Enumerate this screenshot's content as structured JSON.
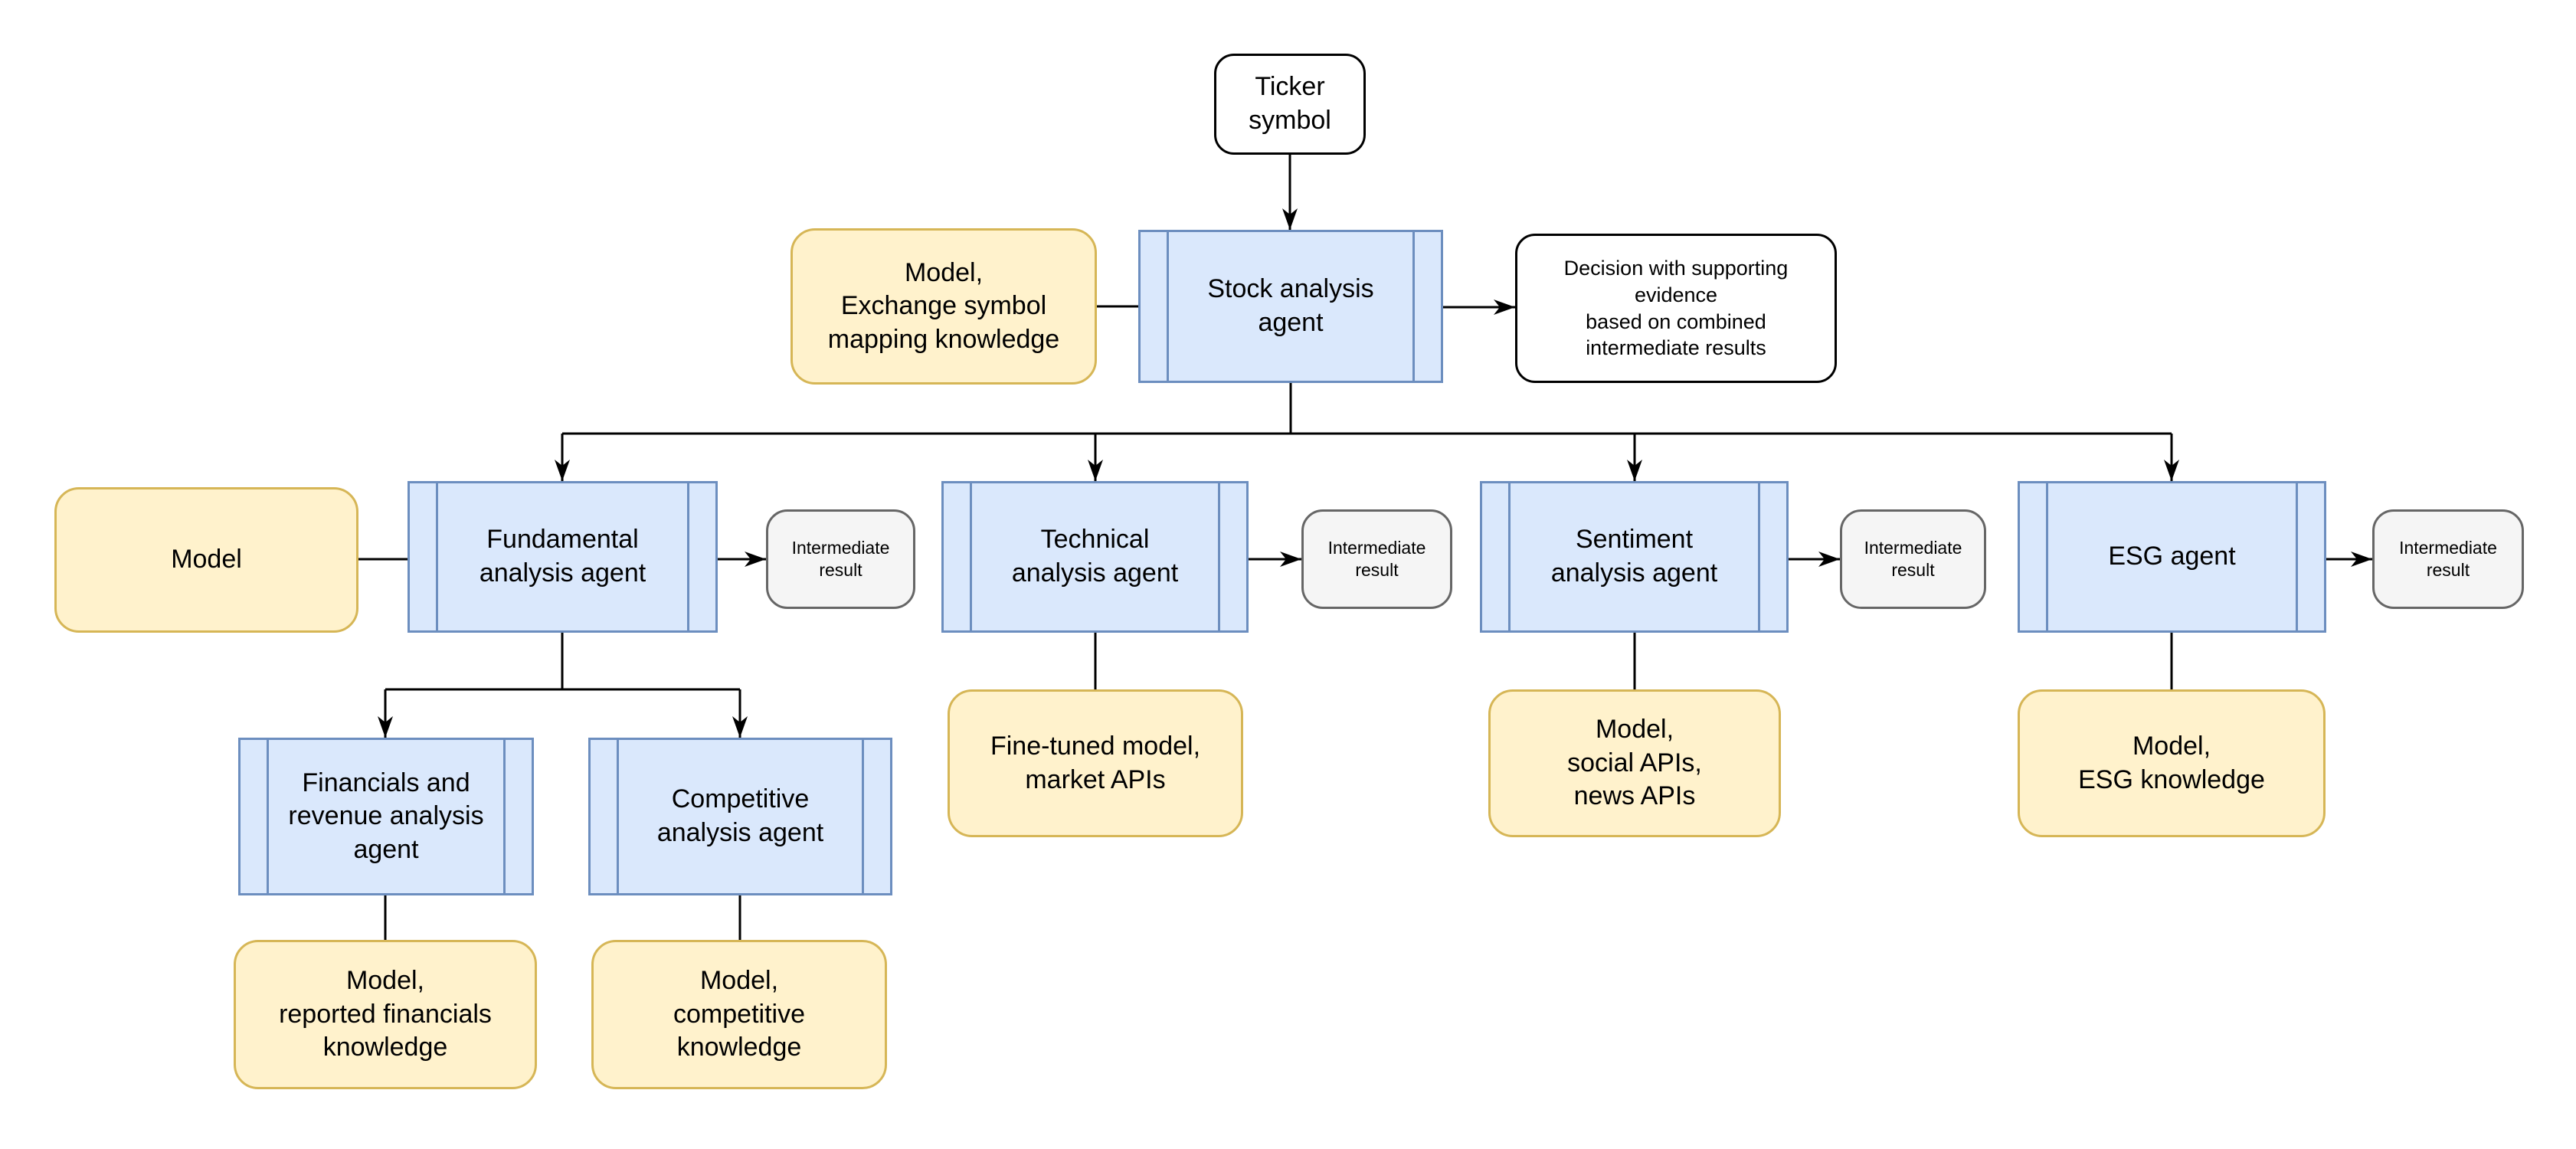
{
  "colors": {
    "agent_fill": "#DAE8FC",
    "agent_border": "#6C8EBF",
    "artifact_fill": "#FFF2CC",
    "artifact_border": "#D6B656",
    "result_fill": "#F5F5F5",
    "result_border": "#666666",
    "io_fill": "#FFFFFF",
    "io_border": "#000000",
    "edge": "#000000",
    "text": "#000000"
  },
  "nodes": {
    "ticker": {
      "type": "input",
      "label": "Ticker\nsymbol"
    },
    "model_exchange": {
      "type": "artifact",
      "label": "Model,\nExchange symbol\nmapping knowledge"
    },
    "stock_agent": {
      "type": "agent",
      "label": "Stock analysis\nagent"
    },
    "decision": {
      "type": "output",
      "label": "Decision with supporting\nevidence\nbased on combined\nintermediate results"
    },
    "model": {
      "type": "artifact",
      "label": "Model"
    },
    "fundamental_agent": {
      "type": "agent",
      "label": "Fundamental\nanalysis agent"
    },
    "intermediate_result_1": {
      "type": "result",
      "label": "Intermediate\nresult"
    },
    "technical_agent": {
      "type": "agent",
      "label": "Technical\nanalysis agent"
    },
    "intermediate_result_2": {
      "type": "result",
      "label": "Intermediate\nresult"
    },
    "sentiment_agent": {
      "type": "agent",
      "label": "Sentiment\nanalysis agent"
    },
    "intermediate_result_3": {
      "type": "result",
      "label": "Intermediate\nresult"
    },
    "esg_agent": {
      "type": "agent",
      "label": "ESG agent"
    },
    "intermediate_result_4": {
      "type": "result",
      "label": "Intermediate\nresult"
    },
    "finetuned_model": {
      "type": "artifact",
      "label": "Fine-tuned model,\nmarket APIs"
    },
    "model_social_news": {
      "type": "artifact",
      "label": "Model,\nsocial APIs,\nnews APIs"
    },
    "model_esg": {
      "type": "artifact",
      "label": "Model,\nESG knowledge"
    },
    "financials_agent": {
      "type": "agent",
      "label": "Financials and\nrevenue analysis\nagent"
    },
    "competitive_agent": {
      "type": "agent",
      "label": "Competitive\nanalysis agent"
    },
    "model_reported": {
      "type": "artifact",
      "label": "Model,\nreported financials\nknowledge"
    },
    "model_competitive": {
      "type": "artifact",
      "label": "Model,\ncompetitive\nknowledge"
    }
  }
}
